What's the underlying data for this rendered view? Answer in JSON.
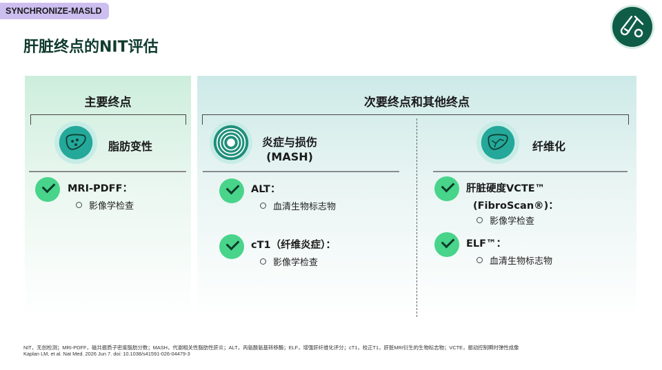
{
  "tag": "SYNCHRONIZE-MASLD",
  "title": "肝脏终点的NIT评估",
  "primary": {
    "header": "主要终点",
    "category": "脂肪变性",
    "items": [
      {
        "label": "MRI-PDFF：",
        "sub": "影像学检查"
      }
    ]
  },
  "secondary": {
    "header": "次要终点和其他终点",
    "inflammation": {
      "category_line1": "炎症与损伤",
      "category_line2": "(MASH)",
      "items": [
        {
          "label": "ALT：",
          "sub": "血清生物标志物"
        },
        {
          "label": "cT1（纤维炎症）：",
          "sub": "影像学检查"
        }
      ]
    },
    "fibrosis": {
      "category": "纤维化",
      "items": [
        {
          "label_line1": "肝脏硬度VCTE™",
          "label_line2": "(FibroScan®)：",
          "sub": "影像学检查"
        },
        {
          "label": "ELF™：",
          "sub": "血清生物标志物"
        }
      ]
    }
  },
  "footnote": {
    "line1": "NIT，无创检测；MRI-PDFF，磁共振质子密度脂肪分数；MASH，代谢相关性脂肪性肝炎；ALT，丙氨酸氨基转移酶；ELF，增强肝纤维化评分；cT1，校正T1，肝脏MRI衍生的生物标志物；VCTE，振动控制瞬时弹性成像",
    "line2": "Kaplan LM, et al. Nat Med. 2026 Jun 7. doi: 10.1038/s41591-026-04479-3"
  },
  "colors": {
    "accent_green": "#48d48a",
    "brand_dark": "#0f5c47",
    "tag_bg": "#cdbef0"
  },
  "icons": [
    "test-tube-logo-icon",
    "liver-icon",
    "target-rings-icon",
    "liver-fibrosis-icon",
    "checkmark-icon"
  ]
}
